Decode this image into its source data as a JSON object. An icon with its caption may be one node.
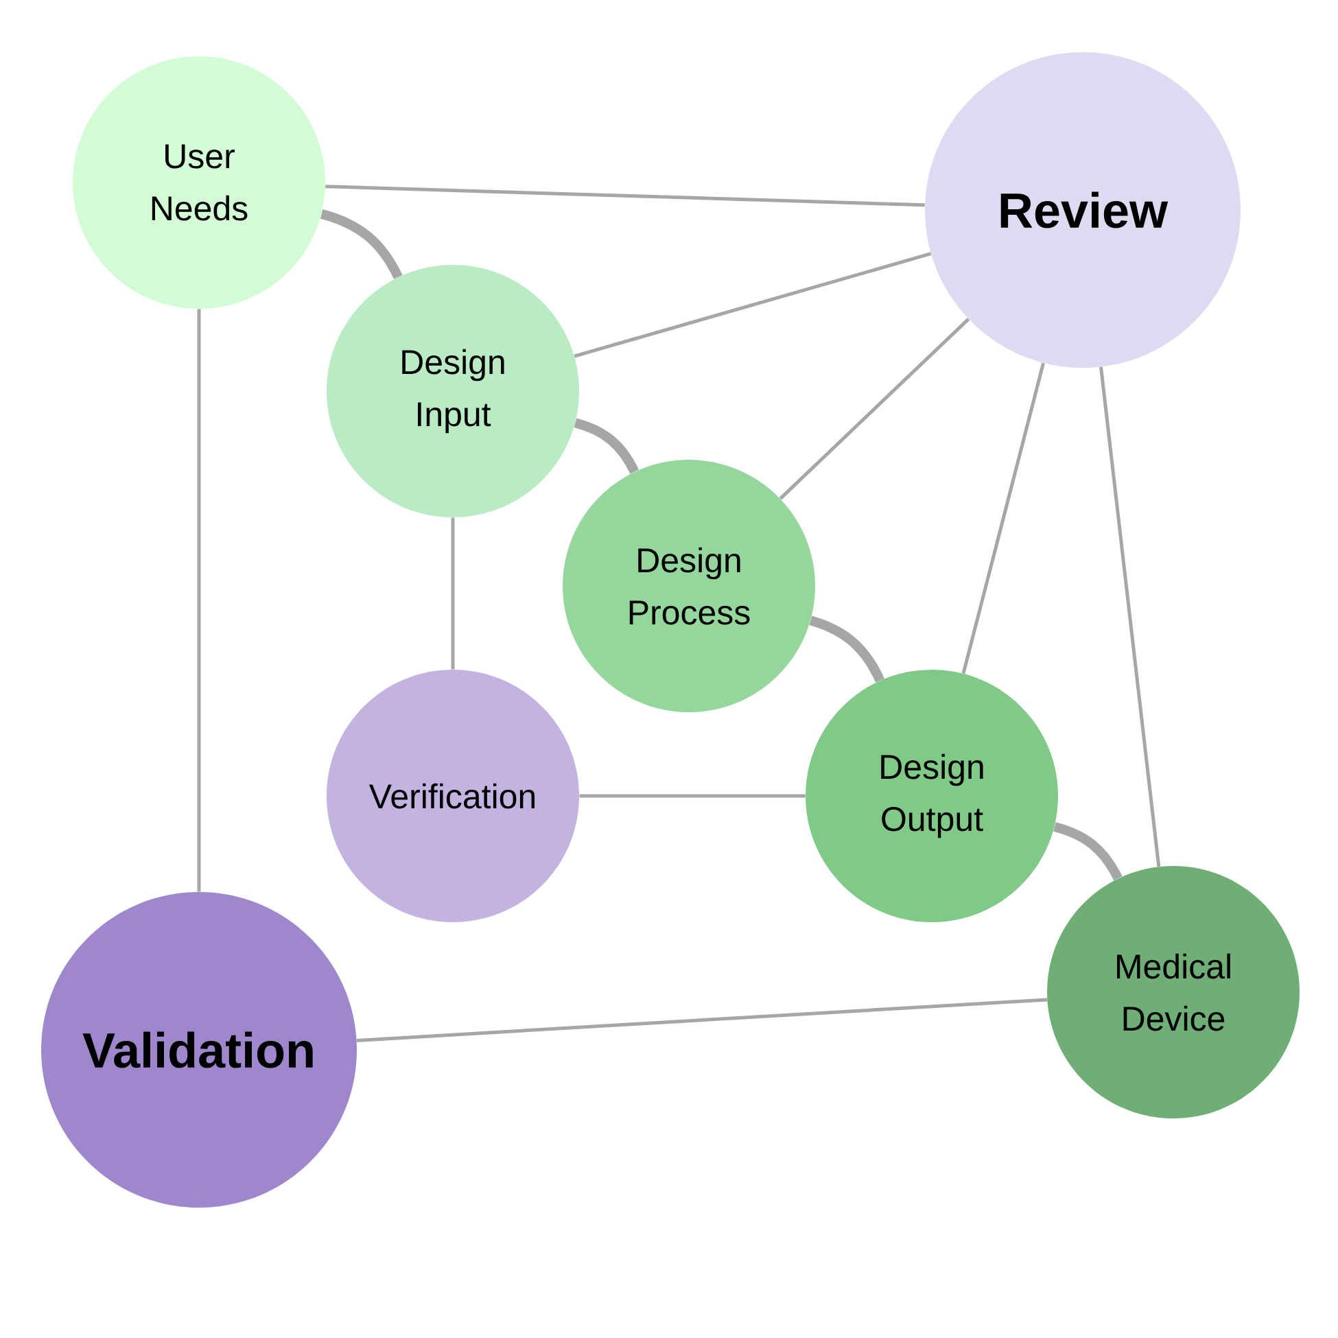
{
  "diagram": {
    "nodes": [
      {
        "text": [
          "User Needs"
        ]
      },
      {
        "text": [
          "Review"
        ]
      },
      {
        "text": [
          "Design Input"
        ]
      },
      {
        "text": [
          "Design Process"
        ]
      },
      {
        "text": [
          "Verification"
        ]
      },
      {
        "text": [
          "Design Output"
        ]
      },
      {
        "text": [
          "Validation"
        ]
      },
      {
        "text": [
          "Medical Device"
        ]
      }
    ],
    "edges": [
      {
        "from": 0,
        "to": 1,
        "arrow": "none"
      },
      {
        "from": 0,
        "to": 2,
        "arrow": "none",
        "style": "thick"
      },
      {
        "from": 0,
        "to": 6,
        "arrow": "none"
      },
      {
        "from": 2,
        "to": 1,
        "arrow": "none"
      },
      {
        "from": 2,
        "to": 3,
        "arrow": "none",
        "style": "thick"
      },
      {
        "from": 2,
        "to": 4,
        "arrow": "none"
      },
      {
        "from": 3,
        "to": 1,
        "arrow": "none"
      },
      {
        "from": 3,
        "to": 5,
        "arrow": "none",
        "style": "thick"
      },
      {
        "from": 4,
        "to": 5,
        "arrow": "none"
      },
      {
        "from": 5,
        "to": 1,
        "arrow": "none"
      },
      {
        "from": 5,
        "to": 7,
        "arrow": "none",
        "style": "thick"
      },
      {
        "from": 7,
        "to": 1,
        "arrow": "none"
      },
      {
        "from": 6,
        "to": 7,
        "arrow": "none"
      }
    ]
  }
}
